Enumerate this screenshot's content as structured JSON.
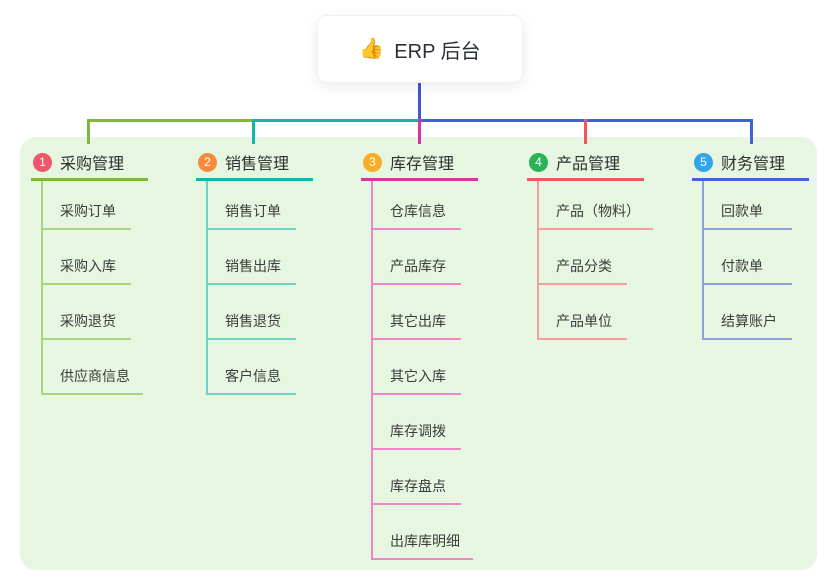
{
  "root": {
    "label": "ERP 后台",
    "icon": "👍",
    "icon_name": "thumbs-up-icon"
  },
  "connector": {
    "stem_color": "#4357d5",
    "segments": [
      {
        "name": "segment-to-branch-1",
        "color": "#7cb93e"
      },
      {
        "name": "segment-to-branch-2",
        "color": "#12b5a9"
      },
      {
        "name": "segment-to-branch-5",
        "color": "#4161d8"
      }
    ]
  },
  "colors": {
    "panel_bg": "#e7f6e1",
    "page_bg": "#ffffff",
    "header_text": "#2f2f2f",
    "item_text": "#3c3c3c"
  },
  "branches": [
    {
      "index": "1",
      "title": "采购管理",
      "badge_color": "#f0566a",
      "line_color": "#7cb93e",
      "item_line_color": "#a9d484",
      "items": [
        "采购订单",
        "采购入库",
        "采购退货",
        "供应商信息"
      ]
    },
    {
      "index": "2",
      "title": "销售管理",
      "badge_color": "#f68b3d",
      "line_color": "#12b5a9",
      "item_line_color": "#6fd0c8",
      "items": [
        "销售订单",
        "销售出库",
        "销售退货",
        "客户信息"
      ]
    },
    {
      "index": "3",
      "title": "库存管理",
      "badge_color": "#f8ad27",
      "line_color": "#d934a4",
      "item_line_color": "#ee85c9",
      "items": [
        "仓库信息",
        "产品库存",
        "其它出库",
        "其它入库",
        "库存调拨",
        "库存盘点",
        "出库库明细"
      ]
    },
    {
      "index": "4",
      "title": "产品管理",
      "badge_color": "#2cb257",
      "line_color": "#f2555c",
      "item_line_color": "#f79b9e",
      "items": [
        "产品（物料）",
        "产品分类",
        "产品单位"
      ]
    },
    {
      "index": "5",
      "title": "财务管理",
      "badge_color": "#2fa6e8",
      "line_color": "#4161d8",
      "item_line_color": "#8ea1dc",
      "items": [
        "回款单",
        "付款单",
        "结算账户"
      ]
    }
  ]
}
